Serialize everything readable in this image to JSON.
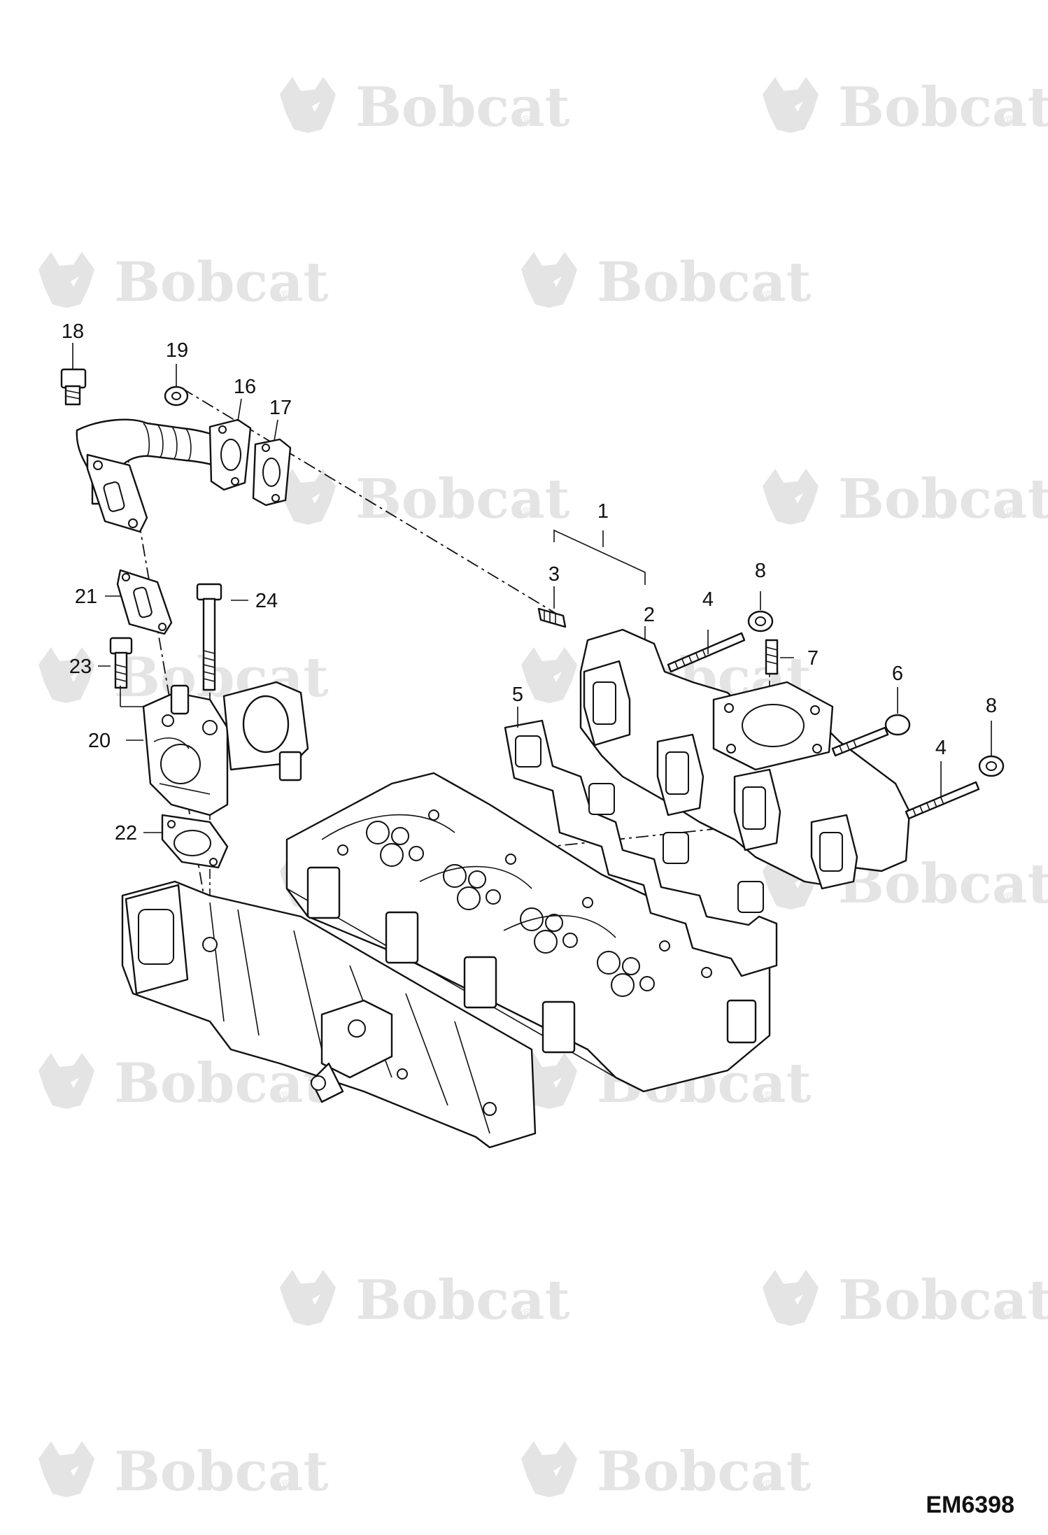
{
  "watermark": {
    "brand": "Bobcat",
    "registered_mark": "®"
  },
  "drawing_code": "EM6398",
  "callouts": [
    {
      "number": "1"
    },
    {
      "number": "2"
    },
    {
      "number": "3"
    },
    {
      "number": "4"
    },
    {
      "number": "4"
    },
    {
      "number": "5"
    },
    {
      "number": "6"
    },
    {
      "number": "7"
    },
    {
      "number": "8"
    },
    {
      "number": "8"
    },
    {
      "number": "16"
    },
    {
      "number": "17"
    },
    {
      "number": "18"
    },
    {
      "number": "19"
    },
    {
      "number": "20"
    },
    {
      "number": "21"
    },
    {
      "number": "22"
    },
    {
      "number": "23"
    },
    {
      "number": "24"
    }
  ],
  "colors": {
    "line": "#111111",
    "watermark": "#e4e4e4",
    "background": "#ffffff"
  }
}
